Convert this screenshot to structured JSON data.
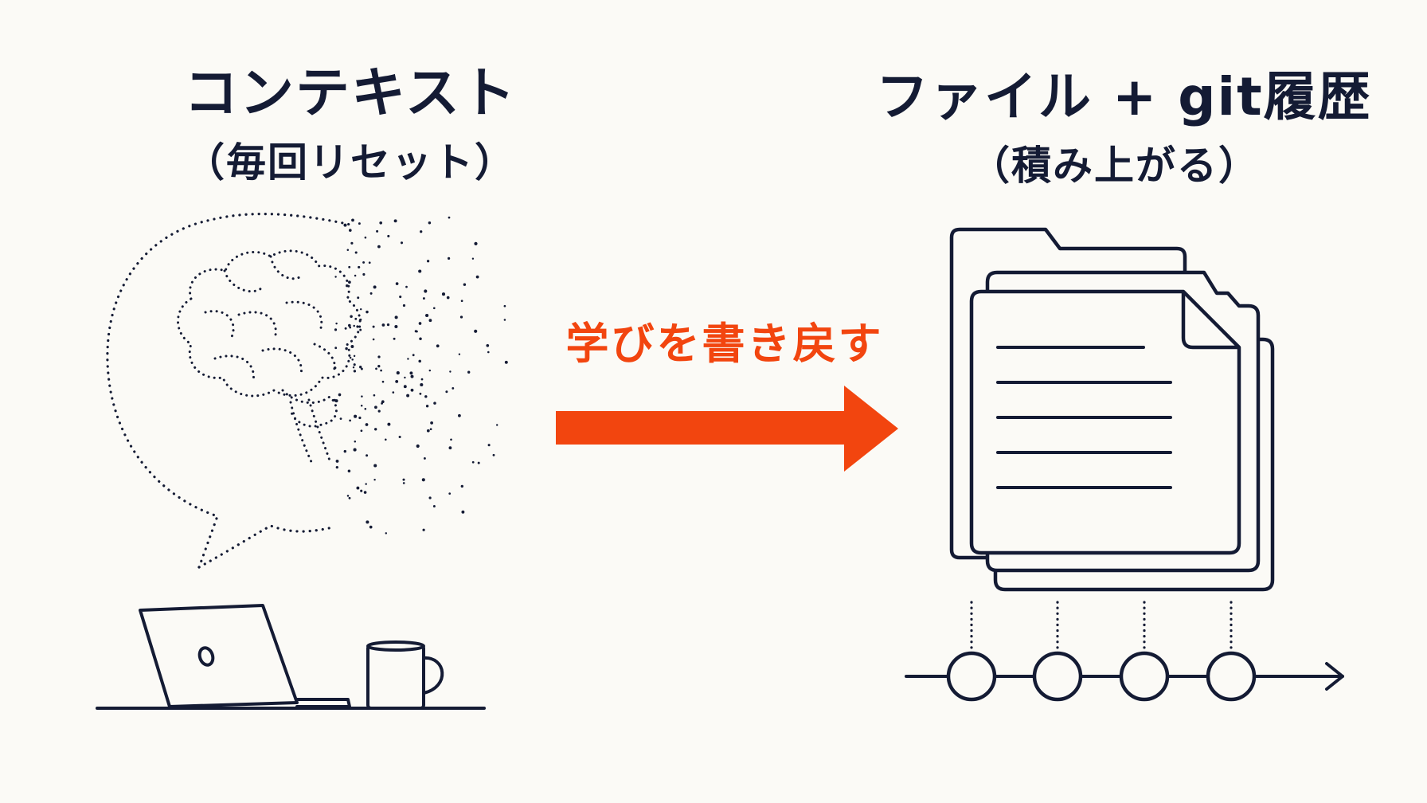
{
  "left": {
    "title": "コンテキスト",
    "subtitle": "（毎回リセット）"
  },
  "right": {
    "title": "ファイル + git履歴",
    "subtitle": "（積み上がる）"
  },
  "arrow": {
    "label": "学びを書き戻す"
  },
  "icons": {
    "left": [
      "speech-bubble-icon",
      "brain-icon",
      "laptop-icon",
      "mug-icon"
    ],
    "right": [
      "folder-icon",
      "document-stack-icon",
      "commit-timeline-icon"
    ]
  },
  "colors": {
    "ink": "#141b34",
    "accent": "#f2450f",
    "background": "#fbfaf6"
  }
}
